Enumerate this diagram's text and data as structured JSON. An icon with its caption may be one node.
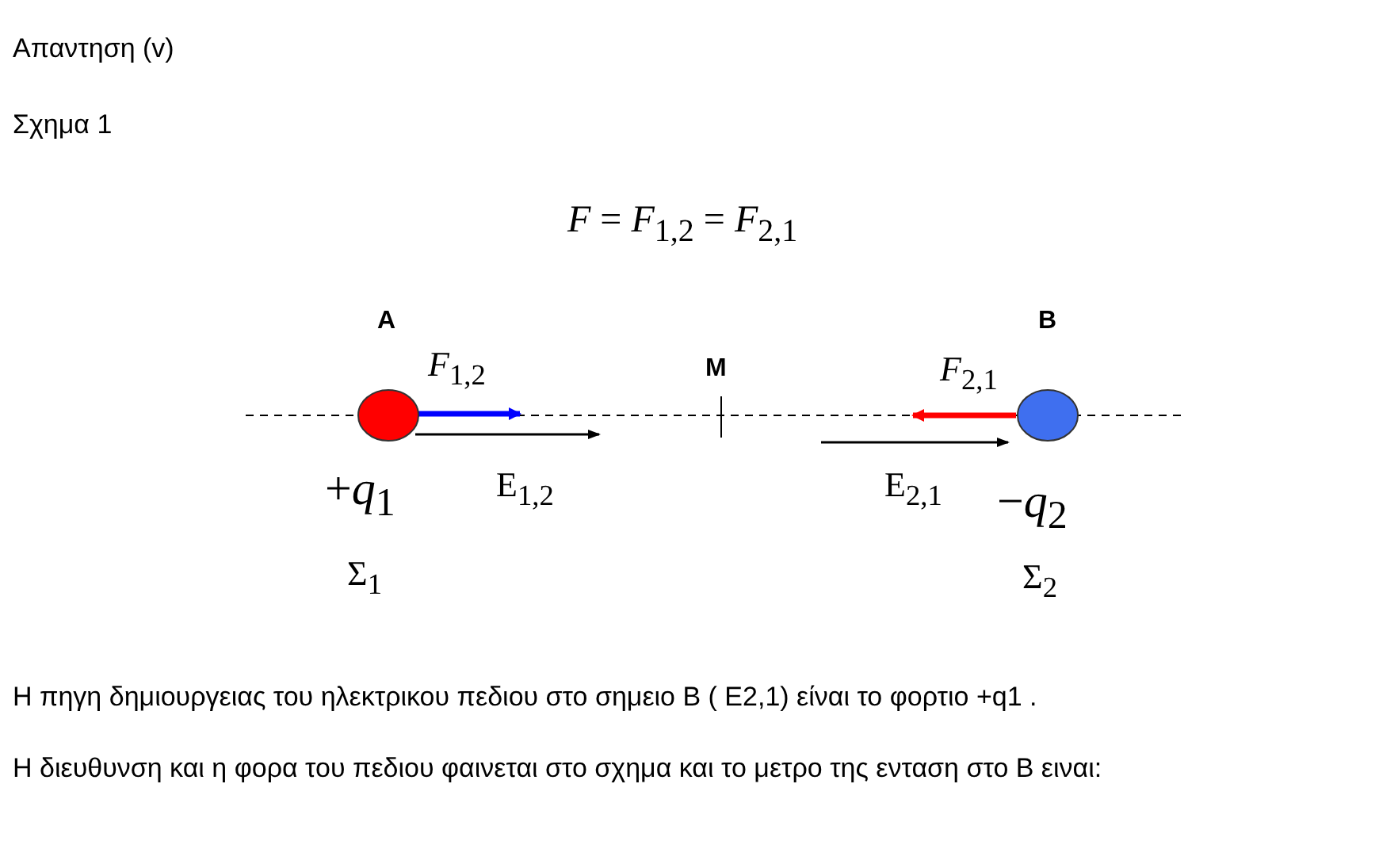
{
  "diagram": {
    "nodes": [
      {
        "text": [
          "A",
          "+*q*$_{1}$",
          "Σ$_{1}$"
        ]
      },
      {
        "text": [
          "B",
          "−*q*$_{2}$",
          "Σ$_{2}$"
        ]
      }
    ],
    "labels": [
      "Απαντηση (v)",
      "Σχημα 1",
      "*F* = *F*$_{1,2}$ = *F*$_{2,1}$",
      "*F*$_{1,2}$",
      "M",
      "*F*$_{2,1}$",
      "E$_{1,2}$",
      "E$_{2,1}$",
      "Η πηγη δημιουργειας του ηλεκτρικου πεδιου στο σημειο B ( E2,1) είναι το φορτιο +q1 .",
      "Η διευθυνση και η φορα του πεδιου φαινεται στο σχημα και το μετρο της ενταση στο B ειναι:"
    ]
  }
}
